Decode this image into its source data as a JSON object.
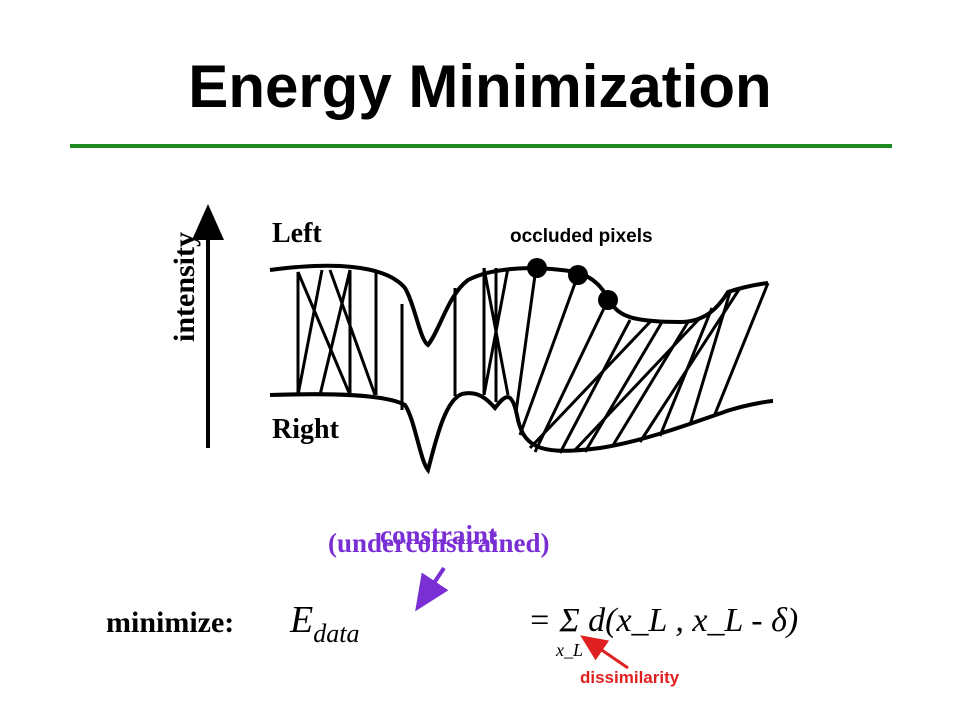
{
  "slide": {
    "title": "Energy Minimization",
    "axis_label": "intensity",
    "left_label": "Left",
    "right_label": "Right",
    "occluded_label": "occluded pixels",
    "constraint_label": "constraint",
    "underconstrained_label": "(underconstrained)",
    "minimize_label": "minimize:",
    "equation_lhs": "E",
    "equation_lhs_sub": "data",
    "equation_rhs": "= Σ d(x_L , x_L - δ)",
    "equation_sum_sub": "x_L",
    "dissimilarity_label": "dissimilarity"
  },
  "colors": {
    "rule": "#1f8a1f",
    "purple": "#7a2fd4",
    "red": "#e02020",
    "ink": "#000000"
  }
}
